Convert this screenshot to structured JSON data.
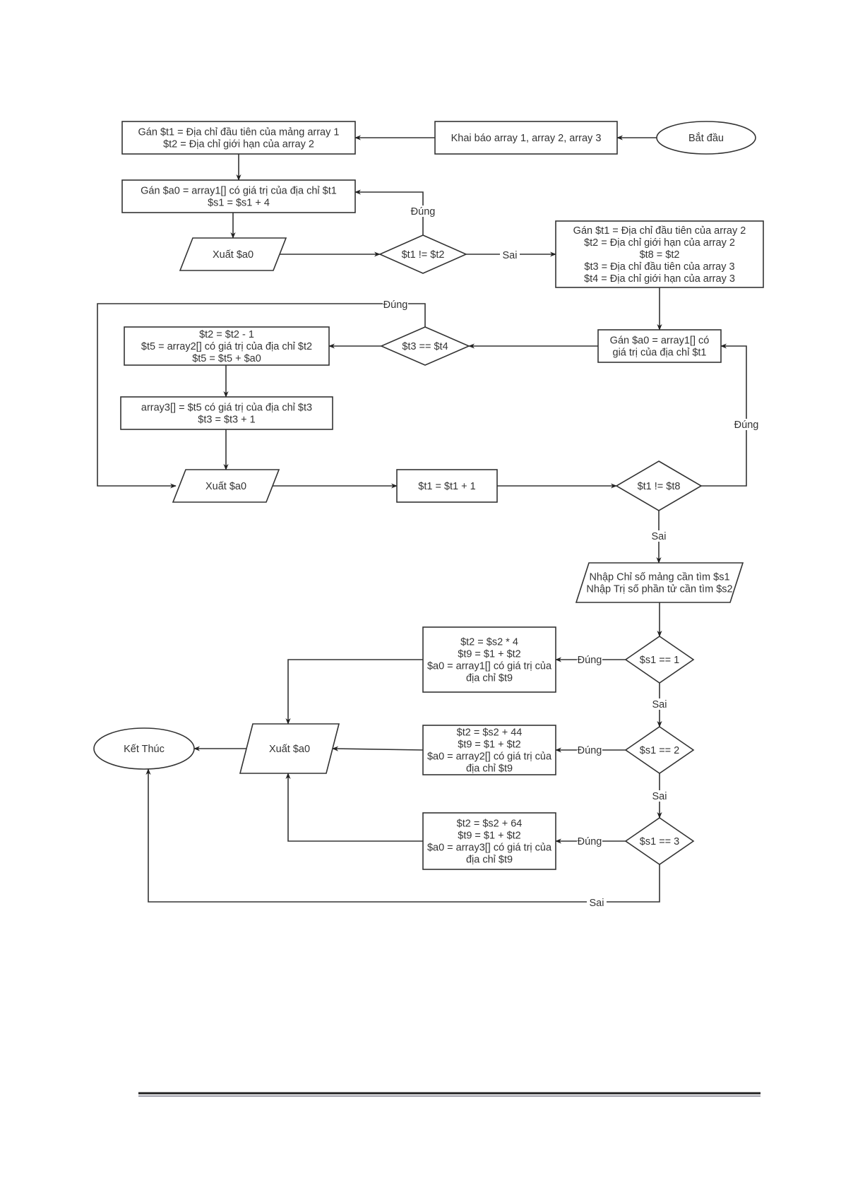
{
  "diagram": {
    "type": "flowchart",
    "nodes": {
      "start": {
        "shape": "terminator",
        "lines": [
          "Bắt đầu"
        ]
      },
      "declare": {
        "shape": "process",
        "lines": [
          "Khai báo array 1, array 2, array 3"
        ]
      },
      "assign1": {
        "shape": "process",
        "lines": [
          "Gán $t1 = Địa chỉ đầu tiên của mảng array 1",
          "$t2 = Địa chỉ giới hạn của array 2"
        ]
      },
      "load1": {
        "shape": "process",
        "lines": [
          "Gán $a0 = array1[] có giá trị của địa chỉ $t1",
          "$s1 = $s1 + 4"
        ]
      },
      "print1": {
        "shape": "io",
        "lines": [
          "Xuất $a0"
        ]
      },
      "cond1": {
        "shape": "decision",
        "lines": [
          "$t1 != $t2"
        ]
      },
      "assign2": {
        "shape": "process",
        "lines": [
          "Gán $t1 = Địa chỉ đầu tiên của array 2",
          "$t2 = Địa chỉ giới hạn của array 2",
          "$t8 = $t2",
          "$t3 = Địa chỉ đầu tiên của array 3",
          "$t4 = Địa chỉ giới hạn của array 3"
        ]
      },
      "load2": {
        "shape": "process",
        "lines": [
          "Gán $a0 = array1[] có",
          "giá trị của địa chỉ $t1"
        ]
      },
      "cond2": {
        "shape": "decision",
        "lines": [
          "$t3 == $t4"
        ]
      },
      "calc1": {
        "shape": "process",
        "lines": [
          "$t2 = $t2 - 1",
          "$t5 = array2[] có giá trị của địa chỉ $t2",
          "$t5 = $t5 + $a0"
        ]
      },
      "store3": {
        "shape": "process",
        "lines": [
          "array3[] = $t5 có giá trị của địa chỉ $t3",
          "$t3 = $t3 + 1"
        ]
      },
      "print2": {
        "shape": "io",
        "lines": [
          "Xuất $a0"
        ]
      },
      "inc1": {
        "shape": "process",
        "lines": [
          "$t1 = $t1 + 1"
        ]
      },
      "cond3": {
        "shape": "decision",
        "lines": [
          "$t1 != $t8"
        ]
      },
      "input": {
        "shape": "io",
        "lines": [
          "Nhập Chỉ số mảng cần tìm $s1",
          "Nhập Trị số phần tử cần tìm $s2"
        ]
      },
      "cond4": {
        "shape": "decision",
        "lines": [
          "$s1 == 1"
        ]
      },
      "calcA": {
        "shape": "process",
        "lines": [
          "$t2 = $s2 * 4",
          "$t9 = $1 + $t2",
          "$a0 = array1[] có giá trị của",
          "địa chỉ $t9"
        ]
      },
      "cond5": {
        "shape": "decision",
        "lines": [
          "$s1 == 2"
        ]
      },
      "calcB": {
        "shape": "process",
        "lines": [
          "$t2 = $s2 + 44",
          "$t9 = $1 + $t2",
          "$a0 = array2[] có giá trị của",
          "địa chỉ $t9"
        ]
      },
      "cond6": {
        "shape": "decision",
        "lines": [
          "$s1 == 3"
        ]
      },
      "calcC": {
        "shape": "process",
        "lines": [
          "$t2 = $s2 + 64",
          "$t9 = $1 + $t2",
          "$a0 = array3[] có giá trị của",
          "địa chỉ $t9"
        ]
      },
      "print3": {
        "shape": "io",
        "lines": [
          "Xuất $a0"
        ]
      },
      "end": {
        "shape": "terminator",
        "lines": [
          "Kết Thúc"
        ]
      }
    },
    "edge_labels": {
      "yes": "Đúng",
      "no": "Sai"
    },
    "edges": [
      {
        "from": "start",
        "to": "declare",
        "label": ""
      },
      {
        "from": "declare",
        "to": "assign1",
        "label": ""
      },
      {
        "from": "assign1",
        "to": "load1",
        "label": ""
      },
      {
        "from": "load1",
        "to": "print1",
        "label": ""
      },
      {
        "from": "print1",
        "to": "cond1",
        "label": ""
      },
      {
        "from": "cond1",
        "to": "load1",
        "label": "Đúng"
      },
      {
        "from": "cond1",
        "to": "assign2",
        "label": "Sai"
      },
      {
        "from": "assign2",
        "to": "load2",
        "label": ""
      },
      {
        "from": "load2",
        "to": "cond2",
        "label": ""
      },
      {
        "from": "cond2",
        "to": "calc1",
        "label": ""
      },
      {
        "from": "cond2",
        "to": "print2",
        "label": "Đúng"
      },
      {
        "from": "calc1",
        "to": "store3",
        "label": ""
      },
      {
        "from": "store3",
        "to": "print2",
        "label": ""
      },
      {
        "from": "print2",
        "to": "inc1",
        "label": ""
      },
      {
        "from": "inc1",
        "to": "cond3",
        "label": ""
      },
      {
        "from": "cond3",
        "to": "load2",
        "label": "Đúng"
      },
      {
        "from": "cond3",
        "to": "input",
        "label": "Sai"
      },
      {
        "from": "input",
        "to": "cond4",
        "label": ""
      },
      {
        "from": "cond4",
        "to": "calcA",
        "label": "Đúng"
      },
      {
        "from": "cond4",
        "to": "cond5",
        "label": "Sai"
      },
      {
        "from": "cond5",
        "to": "calcB",
        "label": "Đúng"
      },
      {
        "from": "cond5",
        "to": "cond6",
        "label": "Sai"
      },
      {
        "from": "cond6",
        "to": "calcC",
        "label": "Đúng"
      },
      {
        "from": "cond6",
        "to": "end",
        "label": "Sai"
      },
      {
        "from": "calcA",
        "to": "print3",
        "label": ""
      },
      {
        "from": "calcB",
        "to": "print3",
        "label": ""
      },
      {
        "from": "calcC",
        "to": "print3",
        "label": ""
      },
      {
        "from": "print3",
        "to": "end",
        "label": ""
      }
    ]
  }
}
